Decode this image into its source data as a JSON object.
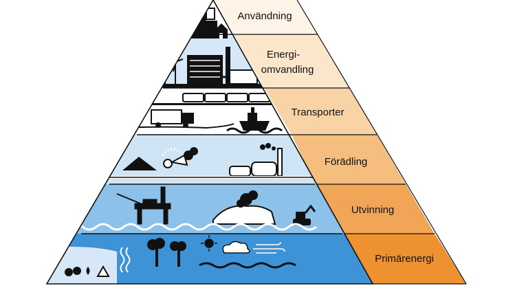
{
  "pyramid": {
    "levels": [
      {
        "label": "Användning",
        "color": "#fdf3e6"
      },
      {
        "label": "Energi-",
        "label2": "omvandling",
        "color": "#fbe6cc"
      },
      {
        "label": "Transporter",
        "color": "#f8d3a6"
      },
      {
        "label": "Förädling",
        "color": "#f5be7e"
      },
      {
        "label": "Utvinning",
        "color": "#f1a657"
      },
      {
        "label": "Primärenergi",
        "color": "#ee9130"
      }
    ],
    "colors": {
      "outline": "#111111",
      "sky_light": "#d6e8f7",
      "sky_mid": "#8cc2ea",
      "sky_deep": "#3e93d6",
      "ground": "#ffffff",
      "ink": "#111111"
    }
  }
}
